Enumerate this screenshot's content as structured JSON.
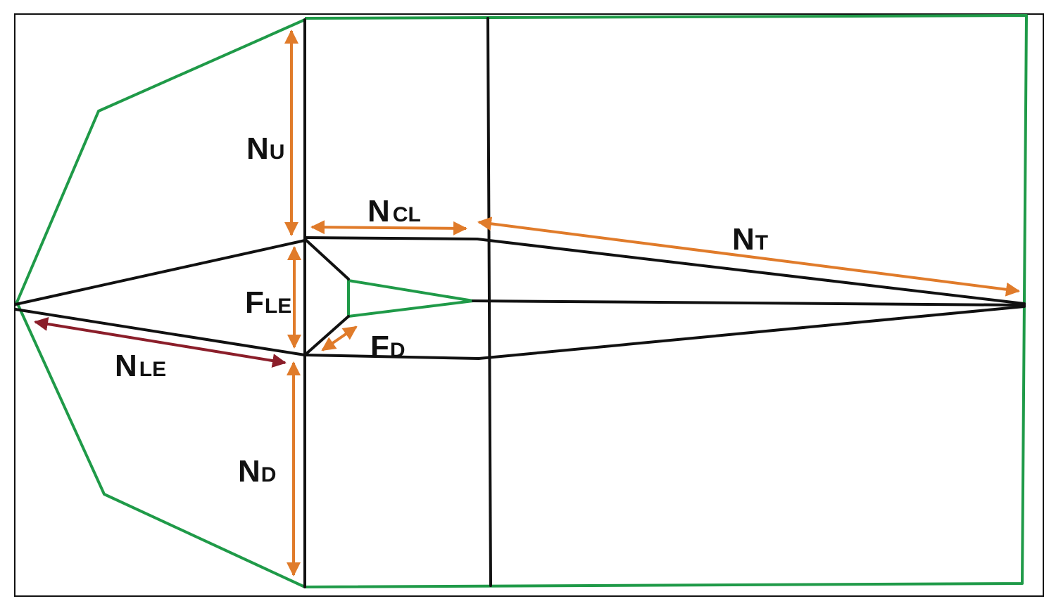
{
  "colors": {
    "frame": "#111111",
    "boundary": "#1f9a48",
    "block": "#111111",
    "dimension": "#e07b2a",
    "leading_edge_dimension": "#8b1e2a"
  },
  "labels": {
    "nu": {
      "main": "N",
      "sub": "U"
    },
    "ncl": {
      "main": "N",
      "sub": "CL"
    },
    "nt": {
      "main": "N",
      "sub": "T"
    },
    "fle": {
      "main": "F",
      "sub": "LE"
    },
    "fd": {
      "main": "F",
      "sub": "D"
    },
    "nle": {
      "main": "N",
      "sub": "LE"
    },
    "nd": {
      "main": "N",
      "sub": "D"
    }
  }
}
